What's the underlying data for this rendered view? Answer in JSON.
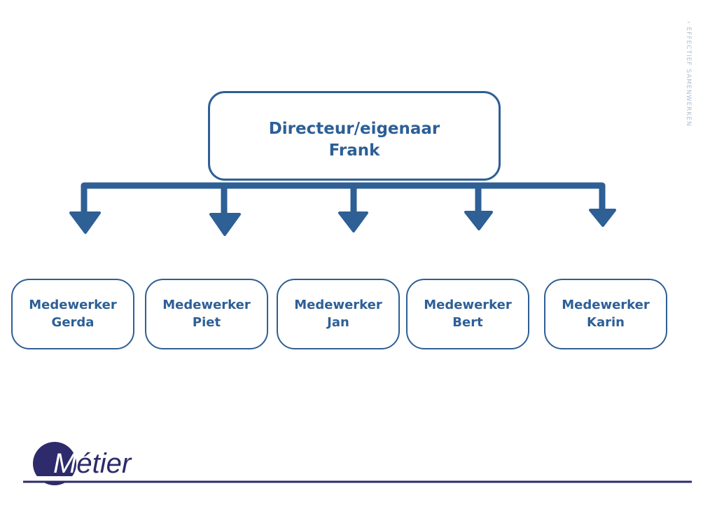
{
  "side_label": "› EFFECTIEF SAMENWERKEN",
  "top": {
    "role": "Directeur/eigenaar",
    "name": "Frank"
  },
  "children": [
    {
      "role": "Medewerker",
      "name": "Gerda"
    },
    {
      "role": "Medewerker",
      "name": "Piet"
    },
    {
      "role": "Medewerker",
      "name": "Jan"
    },
    {
      "role": "Medewerker",
      "name": "Bert"
    },
    {
      "role": "Medewerker",
      "name": "Karin"
    }
  ],
  "logo": {
    "first_letter": "M",
    "rest": "étier"
  },
  "colors": {
    "primary": "#2e5f95",
    "logo": "#2d2b6b",
    "side_label": "#aebfd4"
  }
}
